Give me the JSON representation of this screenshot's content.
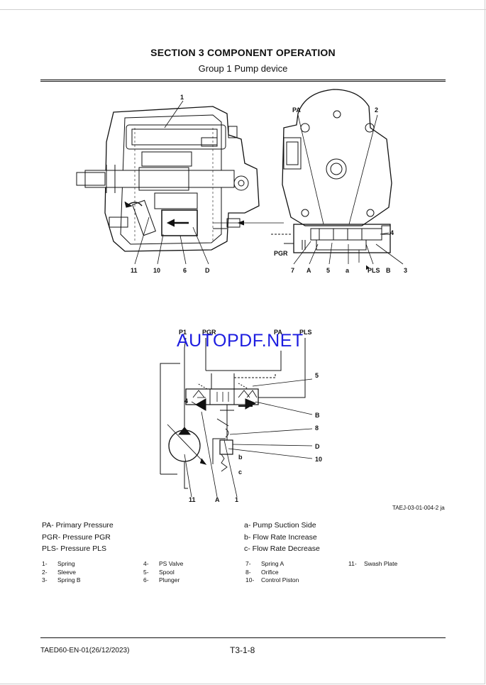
{
  "header": {
    "section_title": "SECTION 3 COMPONENT OPERATION",
    "group_title": "Group 1 Pump device"
  },
  "figure_top": {
    "callouts": {
      "c1": "1",
      "c2": "2",
      "pa": "PA",
      "pgr": "PGR",
      "c4": "4",
      "c11": "11",
      "c10": "10",
      "c6": "6",
      "d": "D",
      "c7": "7",
      "a": "A",
      "c5": "5",
      "sa": "a",
      "pls": "PLS",
      "b": "B",
      "c3": "3"
    }
  },
  "figure_bottom": {
    "callouts": {
      "p1": "P1",
      "pgr": "PGR",
      "pa": "PA",
      "pls": "PLS",
      "c5": "5",
      "c4": "4",
      "b": "B",
      "c8": "8",
      "d": "D",
      "c10": "10",
      "sb": "b",
      "sc": "c",
      "c11": "11",
      "a": "A",
      "c1": "1"
    }
  },
  "watermark": "AUTOPDF.NET",
  "figure_ref": "TAEJ-03-01-004-2 ja",
  "legend_left": [
    "PA- Primary Pressure",
    "PGR- Pressure PGR",
    "PLS- Pressure PLS"
  ],
  "legend_right": [
    "a- Pump Suction Side",
    "b- Flow Rate Increase",
    "c- Flow Rate Decrease"
  ],
  "parts": [
    [
      {
        "num": "1-",
        "name": "Spring"
      },
      {
        "num": "2-",
        "name": "Sleeve"
      },
      {
        "num": "3-",
        "name": "Spring B"
      }
    ],
    [
      {
        "num": "4-",
        "name": "PS Valve"
      },
      {
        "num": "5-",
        "name": "Spool"
      },
      {
        "num": "6-",
        "name": "Plunger"
      }
    ],
    [
      {
        "num": "7-",
        "name": "Spring A"
      },
      {
        "num": "8-",
        "name": "Orifice"
      },
      {
        "num": "10-",
        "name": "Control Piston"
      }
    ],
    [
      {
        "num": "11-",
        "name": "Swash Plate"
      }
    ]
  ],
  "footer": {
    "doc_id": "TAED60-EN-01(26/12/2023)",
    "page": "T3-1-8"
  }
}
